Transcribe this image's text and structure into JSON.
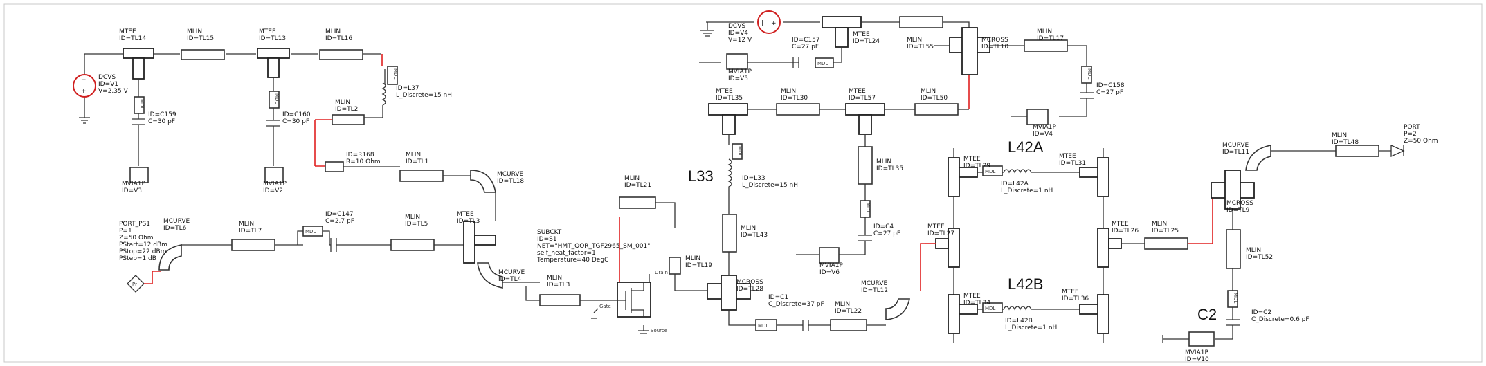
{
  "labels": {
    "mtee_tl14": [
      "MTEE",
      "ID=TL14"
    ],
    "mlin_tl15": [
      "MLIN",
      "ID=TL15"
    ],
    "mtee_tl13": [
      "MTEE",
      "ID=TL13"
    ],
    "mlin_tl16": [
      "MLIN",
      "ID=TL16"
    ],
    "dcvs_v1": [
      "DCVS",
      "ID=V1",
      "V=2.35 V"
    ],
    "cap_c159": [
      "ID=C159",
      "C=30 pF"
    ],
    "cap_c160": [
      "ID=C160",
      "C=30 pF"
    ],
    "ind_l37": [
      "ID=L37",
      "L_Discrete=15 nH"
    ],
    "mlin_tl2": [
      "MLIN",
      "ID=TL2"
    ],
    "res_r168": [
      "ID=R168",
      "R=10 Ohm"
    ],
    "mlin_tl1": [
      "MLIN",
      "ID=TL1"
    ],
    "mcurve_tl18": [
      "MCURVE",
      "ID=TL18"
    ],
    "mvia_v3": [
      "MVIA1P",
      "ID=V3"
    ],
    "mvia_v2": [
      "MVIA1P",
      "ID=V2"
    ],
    "port_ps1": [
      "PORT_PS1",
      "P=1",
      "Z=50 Ohm",
      "PStart=12 dBm",
      "PStop=22 dBm",
      "PStep=1 dB"
    ],
    "mcurve_tl6": [
      "MCURVE",
      "ID=TL6"
    ],
    "mlin_tl7": [
      "MLIN",
      "ID=TL7"
    ],
    "cap_c147": [
      "ID=C147",
      "C=2.7 pF"
    ],
    "mlin_tl5": [
      "MLIN",
      "ID=TL5"
    ],
    "mtee_tl3": [
      "MTEE",
      "ID=TL3"
    ],
    "mcurve_tl4": [
      "MCURVE",
      "ID=TL4"
    ],
    "mlin_tl3b": [
      "MLIN",
      "ID=TL3"
    ],
    "subckt": [
      "SUBCKT",
      "ID=S1",
      "NET=\"HMT_QOR_TGF2965_SM_001\"",
      "self_heat_factor=1",
      "Temperature=40 DegC"
    ],
    "mlin_tl21": [
      "MLIN",
      "ID=TL21"
    ],
    "mlin_tl19": [
      "MLIN",
      "ID=TL19"
    ],
    "dcvs_v4": [
      "DCVS",
      "ID=V4",
      "V=12 V"
    ],
    "cap_c157": [
      "ID=C157",
      "C=27 pF"
    ],
    "mtee_tl24": [
      "MTEE",
      "ID=TL24"
    ],
    "mlin_tl55": [
      "MLIN",
      "ID=TL55"
    ],
    "mcross_tl10": [
      "MCROSS",
      "ID=TL10"
    ],
    "mlin_tl17": [
      "MLIN",
      "ID=TL17"
    ],
    "mvia_v5": [
      "MVIA1P",
      "ID=V5"
    ],
    "cap_c158": [
      "ID=C158",
      "C=27 pF"
    ],
    "mtee_tl35": [
      "MTEE",
      "ID=TL35"
    ],
    "mlin_tl30": [
      "MLIN",
      "ID=TL30"
    ],
    "mtee_tl57": [
      "MTEE",
      "ID=TL57"
    ],
    "mlin_tl50": [
      "MLIN",
      "ID=TL50"
    ],
    "mvia_v4": [
      "MVIA1P",
      "ID=V4"
    ],
    "ind_l33": [
      "ID=L33",
      "L_Discrete=15 nH"
    ],
    "mlin_tl43": [
      "MLIN",
      "ID=TL43"
    ],
    "mcross_tl28": [
      "MCROSS",
      "ID=TL28"
    ],
    "cap_c1": [
      "ID=C1",
      "C_Discrete=37 pF"
    ],
    "mlin_tl22": [
      "MLIN",
      "ID=TL22"
    ],
    "mlin_tl35": [
      "MLIN",
      "ID=TL35"
    ],
    "cap_c4": [
      "ID=C4",
      "C=27 pF"
    ],
    "mvia_v6": [
      "MVIA1P",
      "ID=V6"
    ],
    "mcurve_tl12": [
      "MCURVE",
      "ID=TL12"
    ],
    "mtee_tl29": [
      "MTEE",
      "ID=TL29"
    ],
    "ind_l42a": [
      "ID=L42A",
      "L_Discrete=1 nH"
    ],
    "mtee_tl31": [
      "MTEE",
      "ID=TL31"
    ],
    "mtee_tl27": [
      "MTEE",
      "ID=TL27"
    ],
    "mtee_tl26": [
      "MTEE",
      "ID=TL26"
    ],
    "mlin_tl25": [
      "MLIN",
      "ID=TL25"
    ],
    "mtee_tl34": [
      "MTEE",
      "ID=TL34"
    ],
    "ind_l42b": [
      "ID=L42B",
      "L_Discrete=1 nH"
    ],
    "mtee_tl36": [
      "MTEE",
      "ID=TL36"
    ],
    "mcurve_tl11": [
      "MCURVE",
      "ID=TL11"
    ],
    "mcross_tl9": [
      "MCROSS",
      "ID=TL9"
    ],
    "mlin_tl48": [
      "MLIN",
      "ID=TL48"
    ],
    "port_p2": [
      "PORT",
      "P=2",
      "Z=50 Ohm"
    ],
    "mlin_tl52": [
      "MLIN",
      "ID=TL52"
    ],
    "cap_c2": [
      "ID=C2",
      "C_Discrete=0.6 pF"
    ],
    "mvia_v10": [
      "MVIA1P",
      "ID=V10"
    ]
  },
  "big_labels": {
    "l42a": "L42A",
    "l42b": "L42B",
    "l33": "L33",
    "c2": "C2"
  },
  "pins": {
    "gate": "Gate",
    "drain": "Drain",
    "source": "Source"
  },
  "mdl_tag": "MDL",
  "colors": {
    "wire": "#333333",
    "highlight_wire": "#e02020",
    "source_ring": "#d02020",
    "frame": "#c8c8c8"
  }
}
